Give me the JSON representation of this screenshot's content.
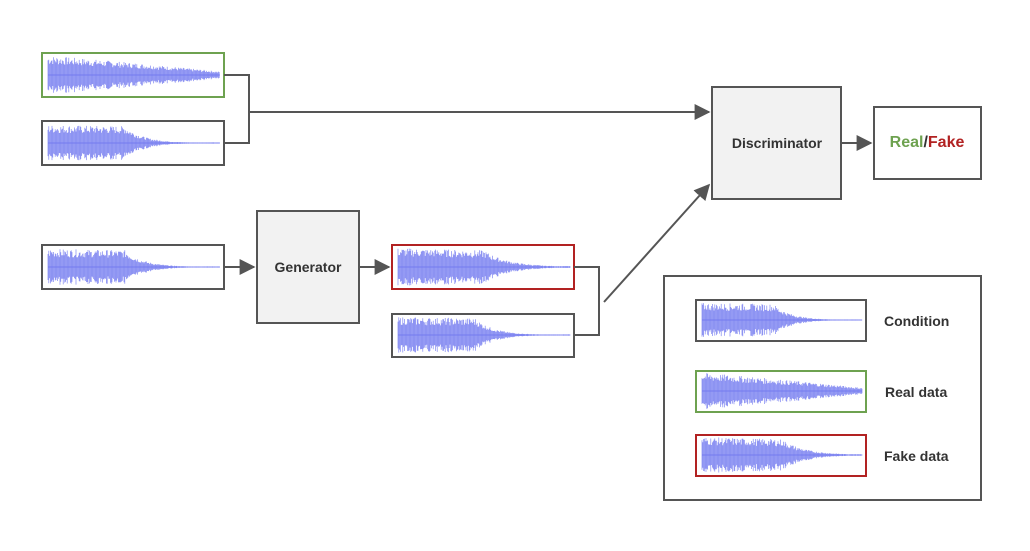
{
  "nodes": {
    "generator_label": "Generator",
    "discriminator_label": "Discriminator",
    "output": {
      "real": "Real",
      "slash": "/",
      "fake": "Fake"
    }
  },
  "legend": {
    "condition": "Condition",
    "real_data": "Real data",
    "fake_data": "Fake data"
  },
  "colors": {
    "wave": "#6a72ee",
    "real_border": "#6ea250",
    "fake_border": "#b22222",
    "neutral_border": "#555555",
    "box_fill": "#f2f2f2",
    "arrow": "#555555",
    "real_text": "#6ea250",
    "fake_text": "#b22222"
  }
}
